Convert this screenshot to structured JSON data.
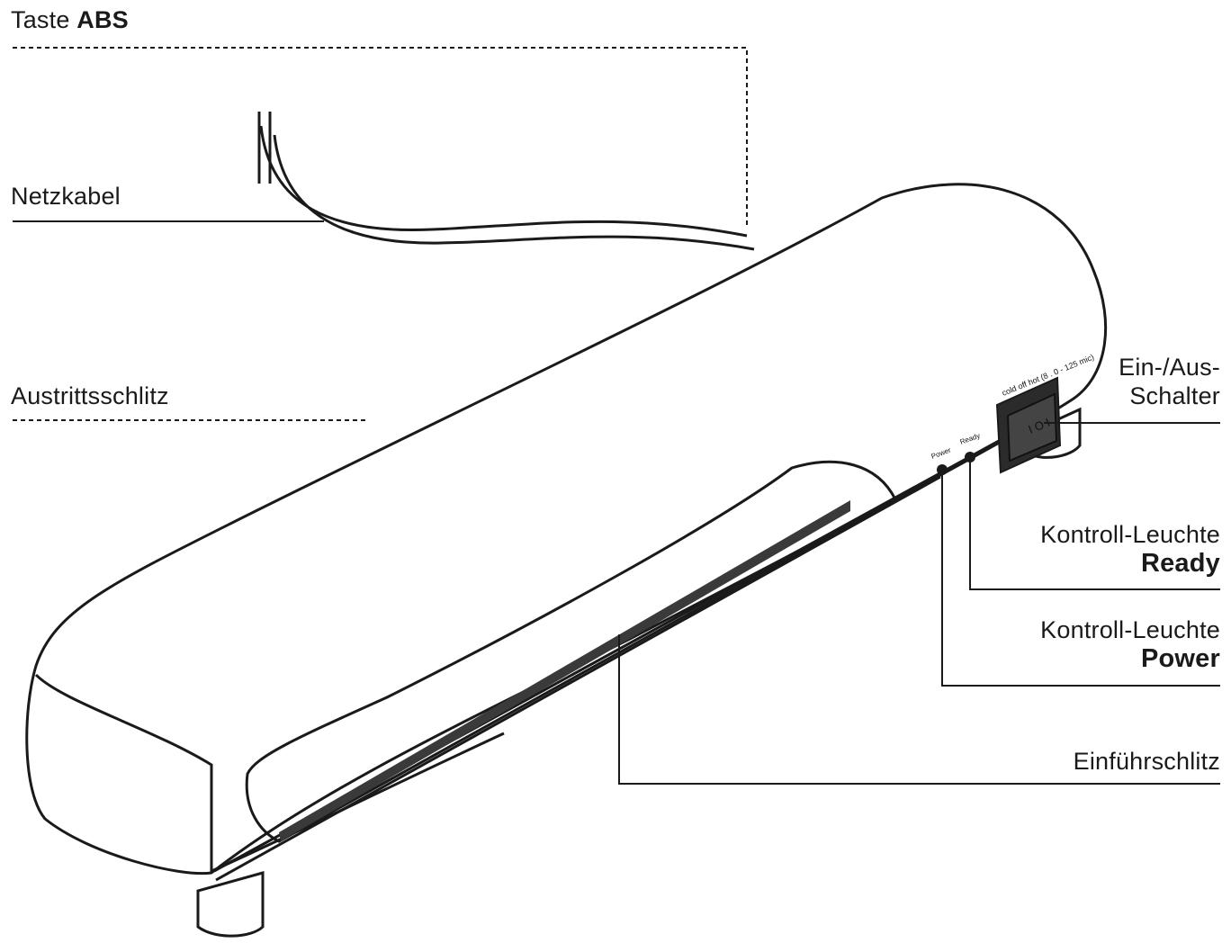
{
  "labels": {
    "abs_prefix": "Taste",
    "abs_bold": "ABS",
    "netzkabel": "Netzkabel",
    "austritt": "Austrittsschlitz",
    "switch_line1": "Ein-/Aus-",
    "switch_line2": "Schalter",
    "ready_line1": "Kontroll-Leuchte",
    "ready_bold": "Ready",
    "power_line1": "Kontroll-Leuchte",
    "power_bold": "Power",
    "einfuehr": "Einführschlitz"
  },
  "device_text": {
    "switch_legend": "cold off hot (8 . 0 - 125 mic)",
    "power_small": "Power",
    "ready_small": "Ready"
  },
  "colors": {
    "line": "#1a1a1a",
    "slot": "#3a3a3a",
    "switch_body": "#2b2b2b"
  }
}
